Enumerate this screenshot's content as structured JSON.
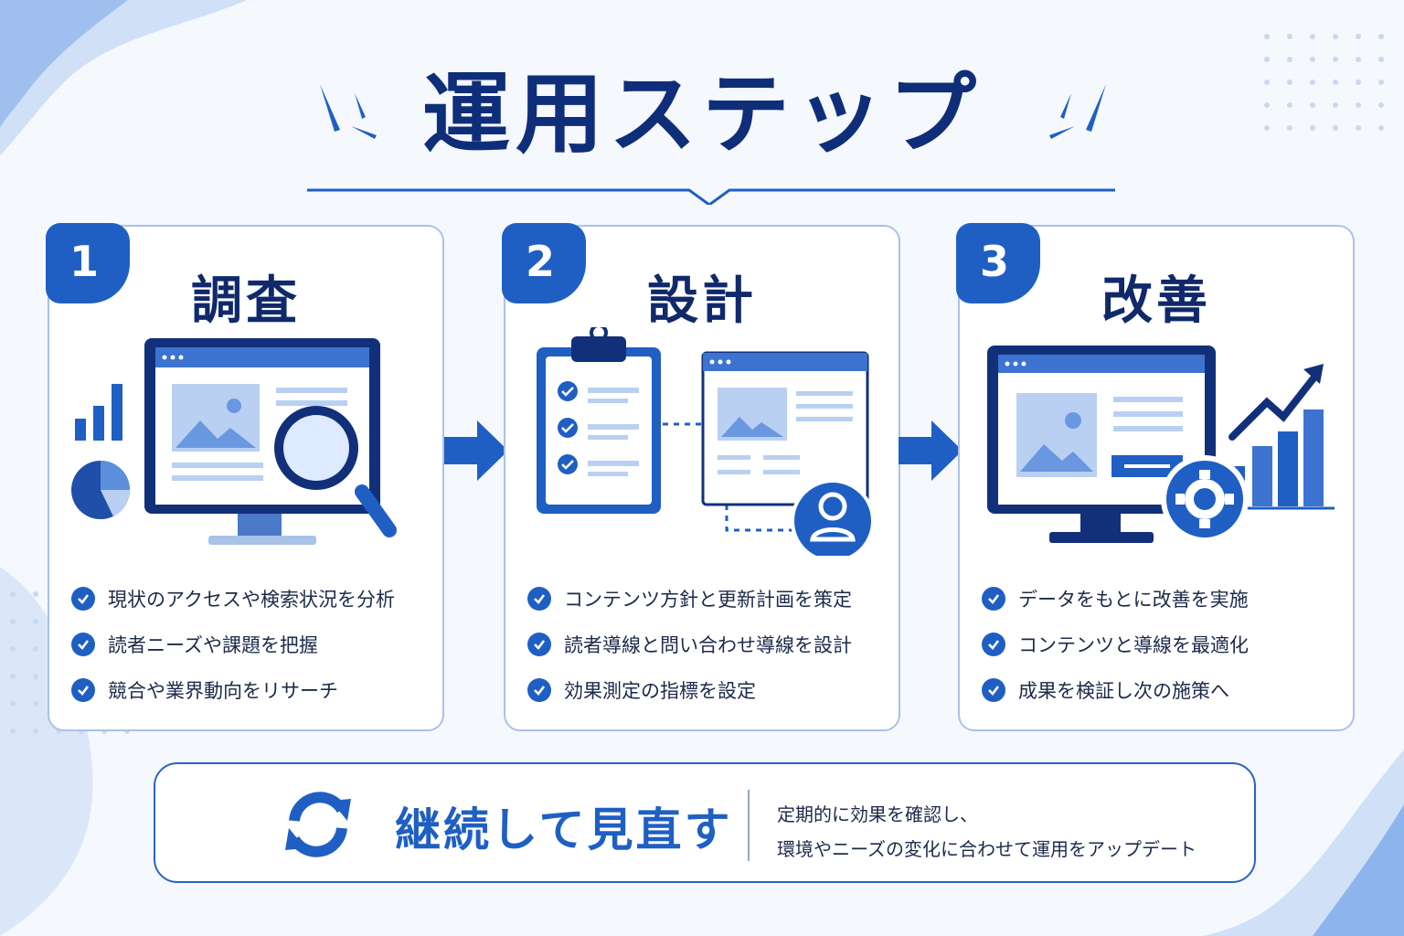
{
  "title": "運用ステップ",
  "colors": {
    "primary": "#1f5fc4",
    "navy": "#0f2e7a",
    "light_blue": "#a9c2e8",
    "pale_blue": "#dce8f8"
  },
  "steps": [
    {
      "number": "1",
      "title": "調査",
      "icon": "monitor-magnifier-icon",
      "bullets": [
        "現状のアクセスや検索状況を分析",
        "読者ニーズや課題を把握",
        "競合や業界動向をリサーチ"
      ]
    },
    {
      "number": "2",
      "title": "設計",
      "icon": "clipboard-wireframe-icon",
      "bullets": [
        "コンテンツ方針と更新計画を策定",
        "読者導線と問い合わせ導線を設計",
        "効果測定の指標を設定"
      ]
    },
    {
      "number": "3",
      "title": "改善",
      "icon": "monitor-gear-chart-icon",
      "bullets": [
        "データをもとに改善を実施",
        "コンテンツと導線を最適化",
        "成果を検証し次の施策へ"
      ]
    }
  ],
  "footer": {
    "icon": "refresh-cycle-icon",
    "title": "継続して見直す",
    "description": [
      "定期的に効果を確認し、",
      "環境やニーズの変化に合わせて運用をアップデート"
    ]
  }
}
